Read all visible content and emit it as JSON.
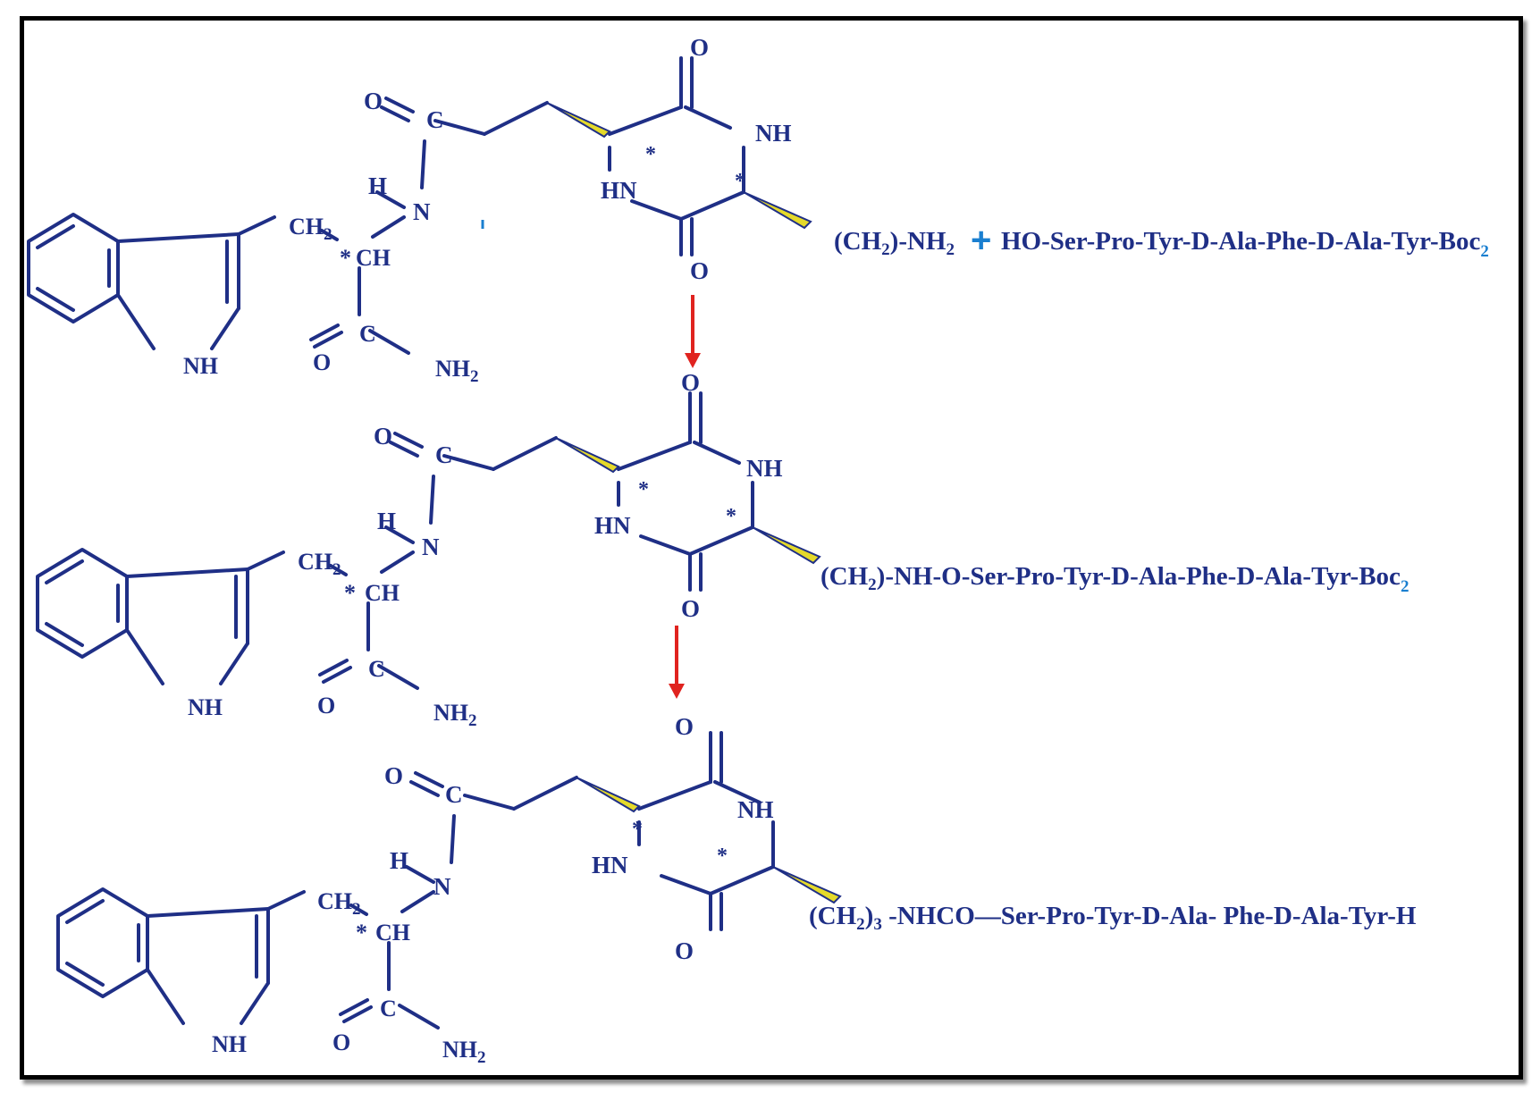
{
  "colors": {
    "structure": "#1f2f86",
    "arrow": "#e0231f",
    "wedge": "#e4d92a",
    "plus": "#1a7fd0",
    "frame": "#000000"
  },
  "atoms": {
    "O": "O",
    "C": "C",
    "NH": "NH",
    "N": "N",
    "H": "H",
    "HN": "HN",
    "CH2": "CH",
    "CH": "CH",
    "NH2": "NH",
    "star": "*",
    "sub2": "2"
  },
  "reaction": {
    "plus": "+",
    "reagent": "HO-Ser-Pro-Tyr-D-Ala-Phe-D-Ala-Tyr-Boc",
    "reagent_sub": "2",
    "tail1": "(CH",
    "tail1_end": ")-NH",
    "tail1_sub": "2",
    "tail2_start": "(CH",
    "tail2_mid": ")-NH",
    "tail2_end": "-O-Ser-Pro-Tyr-D-Ala-Phe-D-Ala-Tyr-Boc",
    "tail2_sub": "2",
    "tail3_start": "(CH",
    "tail3_sub": "2",
    "tail3_mid": ")",
    "tail3_sub3": "3",
    "tail3_end": " -NHCO—Ser-Pro-Tyr-D-Ala-  Phe-D-Ala-Tyr-H"
  }
}
